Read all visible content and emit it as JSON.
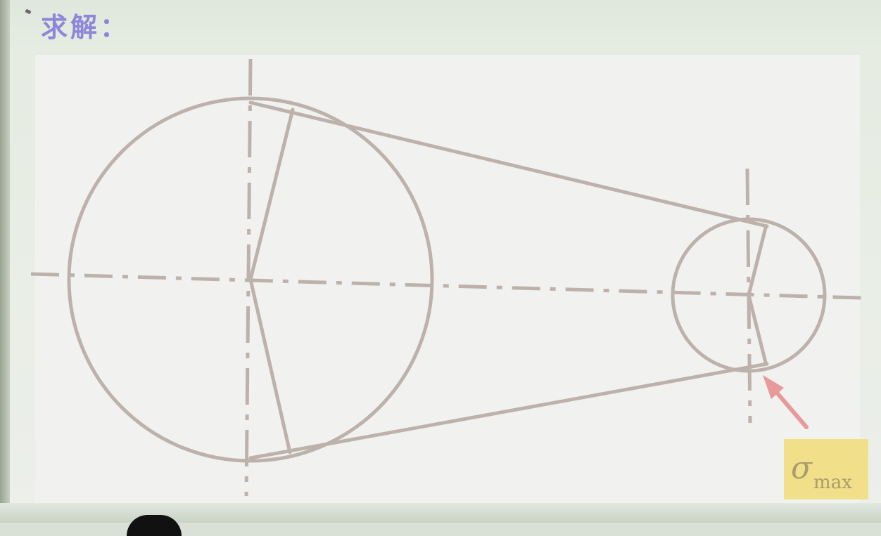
{
  "title": "求解：",
  "stress_label": {
    "symbol": "σ",
    "subscript": "max"
  },
  "colors": {
    "line": "#bdb2ab",
    "title": "#8d87d9",
    "arrow": "#e79a9a",
    "label_box": "#f2df8a"
  },
  "icons": {
    "arrow": "arrow-icon"
  }
}
